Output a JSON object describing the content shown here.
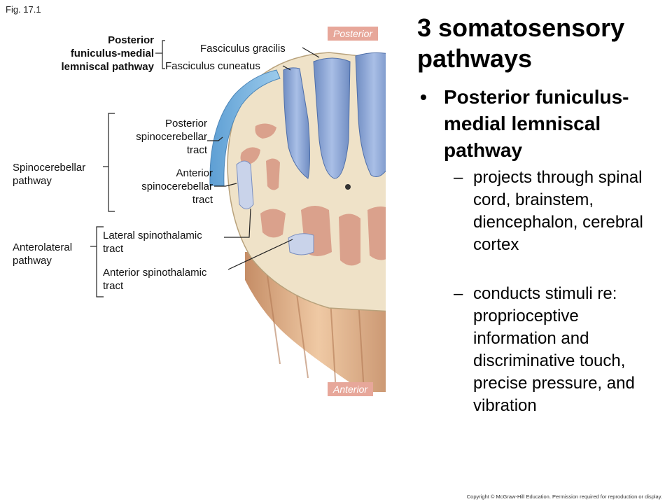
{
  "fig_label": "Fig. 17.1",
  "orientation": {
    "posterior": "Posterior",
    "anterior": "Anterior"
  },
  "groups": {
    "posterior_pathway": [
      "Posterior",
      "funiculus-medial",
      "lemniscal pathway"
    ],
    "spinocerebellar": [
      "Spinocerebellar",
      "pathway"
    ],
    "anterolateral": [
      "Anterolateral",
      "pathway"
    ]
  },
  "tracts": {
    "fasciculus_gracilis": "Fasciculus gracilis",
    "fasciculus_cuneatus": "Fasciculus cuneatus",
    "posterior_spinocerebellar": [
      "Posterior",
      "spinocerebellar",
      "tract"
    ],
    "anterior_spinocerebellar": [
      "Anterior",
      "spinocerebellar",
      "tract"
    ],
    "lateral_spinothalamic": [
      "Lateral spinothalamic",
      "tract"
    ],
    "anterior_spinothalamic": [
      "Anterior spinothalamic",
      "tract"
    ]
  },
  "slide": {
    "title": "3 somatosensory pathways",
    "bullet_marker": "•",
    "bullet": "Posterior funiculus-medial lemniscal pathway",
    "dash_marker": "–",
    "sub_bullets": [
      "projects through spinal cord, brainstem, diencephalon, cerebral cortex",
      "conducts stimuli re: proprioceptive information and discriminative touch, precise pressure, and vibration"
    ]
  },
  "copyright": "Copyright © McGraw-Hill Education. Permission required for reproduction or display.",
  "colors": {
    "white_matter": "#efe2c8",
    "gray_matter": "#d89a86",
    "dorsal_columns": "#8aa4d4",
    "spinocerebellar_band": "#7fb1dd",
    "tract_pale": "#c9d3ea",
    "nerve_roots": "#deb28c",
    "tag_bg": "#e7a79a"
  }
}
